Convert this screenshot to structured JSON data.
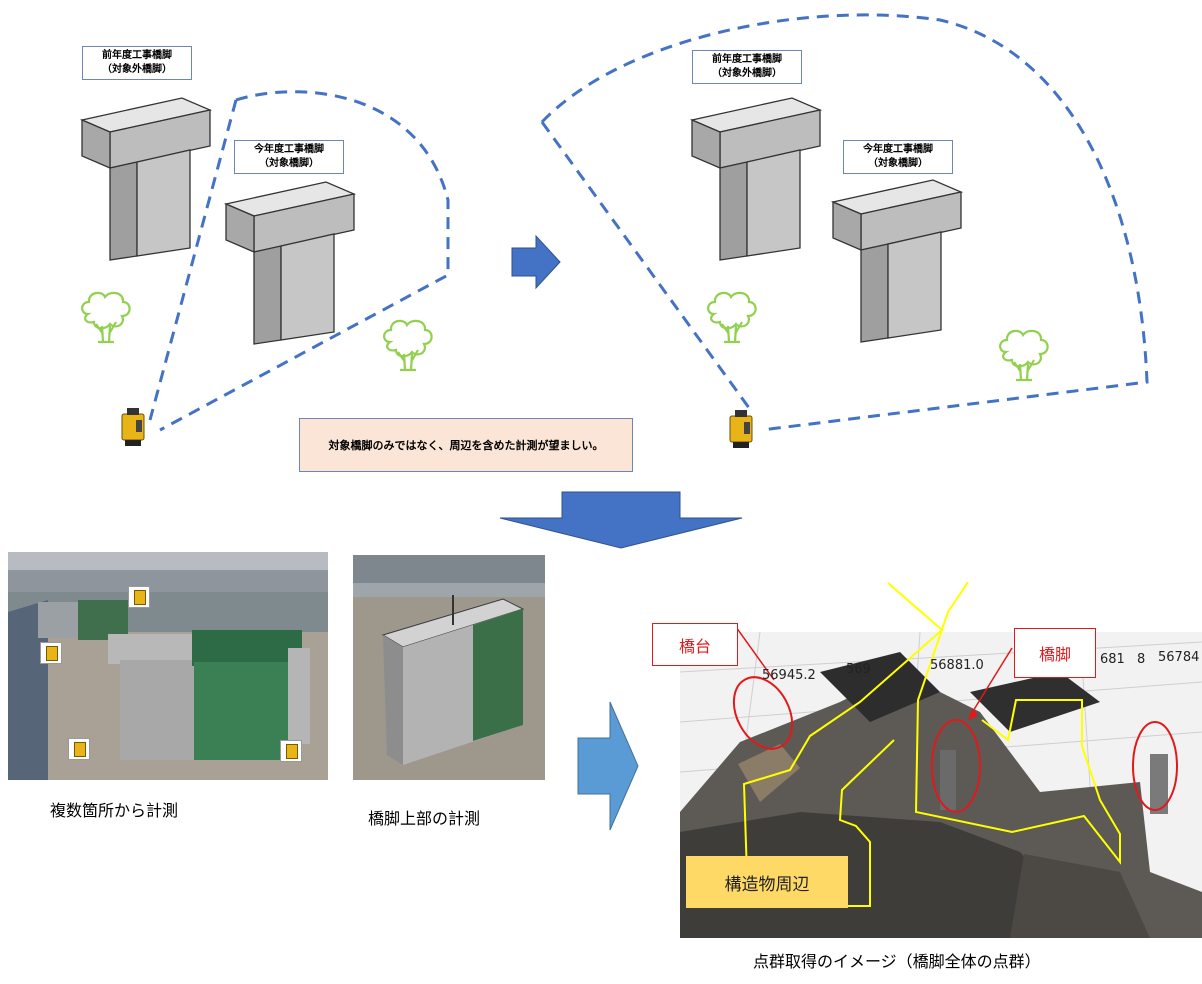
{
  "diagram": {
    "before": {
      "label_previous_pier": "前年度工事橋脚\n（対象外橋脚）",
      "label_current_pier": "今年度工事橋脚\n（対象橋脚）"
    },
    "after": {
      "label_previous_pier": "前年度工事橋脚\n（対象外橋脚）",
      "label_current_pier": "今年度工事橋脚\n（対象橋脚）"
    },
    "note": "対象橋脚のみではなく、周辺を含めた計測が望ましい。"
  },
  "photos": {
    "caption_multi_point": "複数箇所から計測",
    "caption_top_measure": "橋脚上部の計測"
  },
  "pointcloud": {
    "tag_abutment": "橋台",
    "tag_pier": "橋脚",
    "tag_surroundings": "構造物周辺",
    "coords": [
      "56945.2",
      "569",
      "56881.0",
      "681",
      "8",
      "56784"
    ],
    "caption": "点群取得のイメージ（橋脚全体の点群）"
  },
  "colors": {
    "scan_line": "#4472c4",
    "arrow": "#4472c4",
    "arrow_light": "#5b9bd5",
    "tree": "#92d050",
    "pier_fill": "#c8c8c8",
    "note_bg": "#fbe5d6",
    "highlight_red": "#e0191b",
    "highlight_yellow": "#ffd966"
  }
}
